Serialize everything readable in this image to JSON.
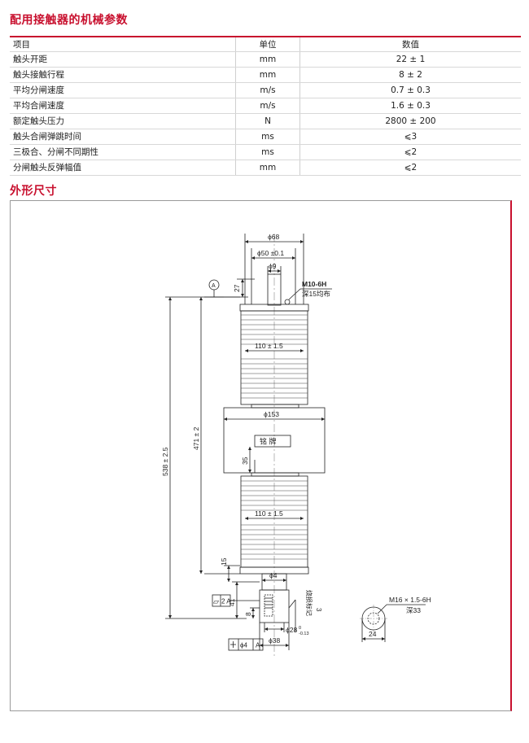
{
  "section1_title": "配用接触器的机械参数",
  "table": {
    "headers": [
      "项目",
      "单位",
      "数值"
    ],
    "rows": [
      {
        "item": "触头开距",
        "unit": "mm",
        "value": "22 ± 1"
      },
      {
        "item": "触头接触行程",
        "unit": "mm",
        "value": "8 ± 2"
      },
      {
        "item": "平均分闸速度",
        "unit": "m/s",
        "value": "0.7 ± 0.3"
      },
      {
        "item": "平均合闸速度",
        "unit": "m/s",
        "value": "1.6 ± 0.3"
      },
      {
        "item": "额定触头压力",
        "unit": "N",
        "value": "2800 ± 200"
      },
      {
        "item": "触头合闸弹跳时间",
        "unit": "ms",
        "value": "⩽3"
      },
      {
        "item": "三极合、分闸不同期性",
        "unit": "ms",
        "value": "⩽2"
      },
      {
        "item": "分闸触头反弹幅值",
        "unit": "mm",
        "value": "⩽2"
      }
    ]
  },
  "section2_title": "外形尺寸",
  "drawing": {
    "dim_top_outer": "ϕ68",
    "dim_top_inner": "ϕ50 ±0.1",
    "dim_stem": "ϕ9",
    "thread_top": "M10-6H",
    "thread_top_depth": "深15均布",
    "datum_a": "A",
    "dim_27": "27",
    "dim_bellows_upper": "110 ± 1.5",
    "dim_middle": "ϕ153",
    "dim_471": "471 ± 2",
    "dim_538": "538 ± 2.5",
    "nameplate": "铭 牌",
    "dim_35": "35",
    "dim_bellows_lower": "110 ± 1.5",
    "dim_15": "15",
    "dim_phi4_top": "ϕ4",
    "tol_flatness": "2 A",
    "dim_41": "41",
    "dim_8": "8",
    "burn_mark": "烧损标记",
    "dim_3": "3",
    "dim_28": "ϕ28",
    "dim_28_tol_sup": "0",
    "dim_28_tol_sub": "-0.13",
    "perp_tol": "ϕ4",
    "perp_ref": "A",
    "dim_38": "ϕ38",
    "thread_bottom": "M16 × 1.5-6H",
    "thread_bottom_depth": "深33",
    "dim_24": "24"
  }
}
